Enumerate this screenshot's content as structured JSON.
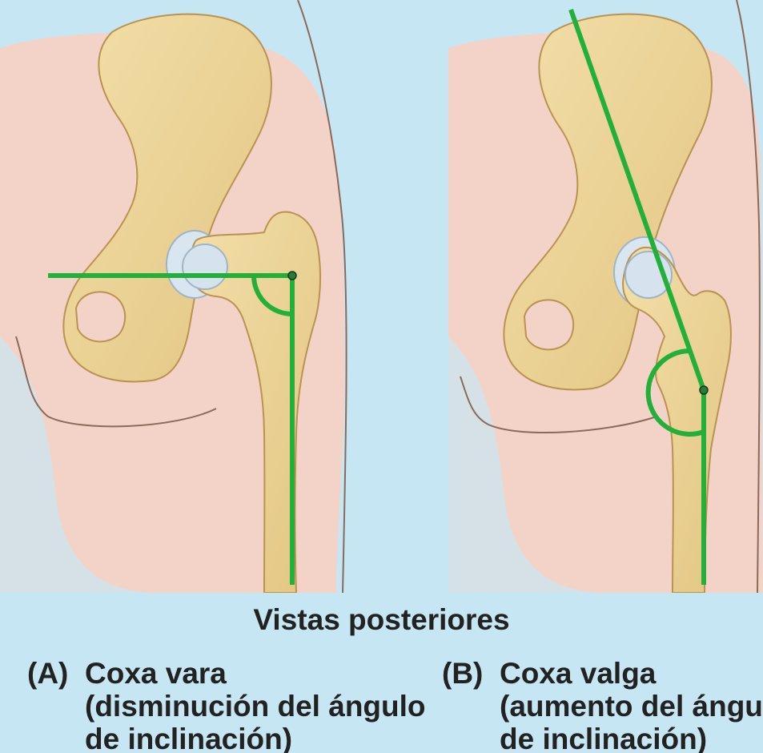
{
  "colors": {
    "background": "#c7e6f4",
    "skin": "#f3cfc4",
    "bone": "#e9d195",
    "bone_shadow": "#c9a965",
    "cartilage": "#d7e4ee",
    "angle_lines": "#22b03a",
    "text": "#222222"
  },
  "views_caption": "Vistas posteriores",
  "panels": [
    {
      "letter": "(A)",
      "title": "Coxa vara",
      "line2": "(disminución del ángulo",
      "line3": "de inclinación)",
      "icon": "hip-joint-varus-illustration"
    },
    {
      "letter": "(B)",
      "title": "Coxa valga",
      "line2": "(aumento del ángulo",
      "line3": "de inclinación)",
      "icon": "hip-joint-valgus-illustration"
    }
  ]
}
